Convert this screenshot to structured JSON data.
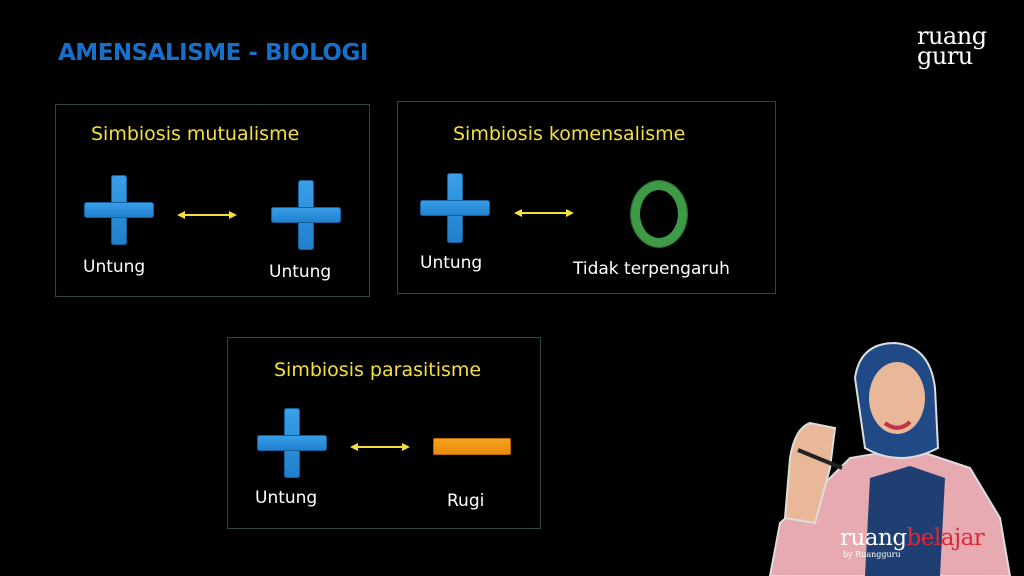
{
  "header": {
    "title": "AMENSALISME - BIOLOGI",
    "logo": [
      "ruang",
      "guru"
    ]
  },
  "boxes": [
    {
      "title": "Simbiosis mutualisme",
      "left_label": "Untung",
      "right_label": "Untung",
      "left_symbol": "plus",
      "right_symbol": "plus"
    },
    {
      "title": "Simbiosis komensalisme",
      "left_label": "Untung",
      "right_label": "Tidak terpengaruh",
      "left_symbol": "plus",
      "right_symbol": "zero"
    },
    {
      "title": "Simbiosis parasitisme",
      "left_label": "Untung",
      "right_label": "Rugi",
      "left_symbol": "plus",
      "right_symbol": "minus"
    }
  ],
  "watermark": {
    "part1": "ruang",
    "part2": "belajar",
    "byline": "by Ruangguru"
  },
  "colors": {
    "title": "#1670c9",
    "box_title": "#f3e03a",
    "plus": "#2a8fd8",
    "zero": "#3f9a48",
    "minus": "#f39a17",
    "arrow": "#f3e03a",
    "brand_accent": "#e0263d"
  }
}
